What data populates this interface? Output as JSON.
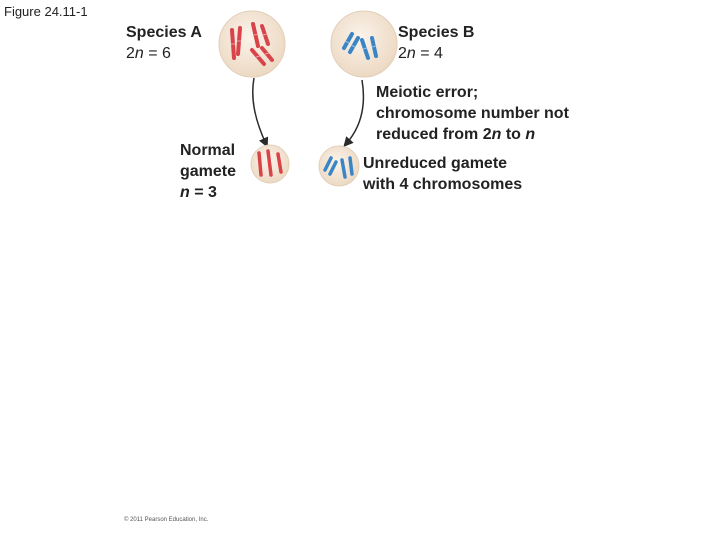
{
  "figure_label": "Figure 24.11-1",
  "species_a": {
    "name": "Species A",
    "ploidy_prefix": "2",
    "ploidy_var": "n",
    "ploidy_suffix": " = 6"
  },
  "species_b": {
    "name": "Species B",
    "ploidy_prefix": "2",
    "ploidy_var": "n",
    "ploidy_suffix": " = 4"
  },
  "normal_gamete": {
    "line1": "Normal",
    "line2": "gamete",
    "ploidy_var": "n",
    "ploidy_suffix": " = 3"
  },
  "meiotic_error": {
    "line1": "Meiotic error;",
    "line2": "chromosome number not",
    "line3_prefix": "reduced from 2",
    "line3_var1": "n",
    "line3_mid": " to ",
    "line3_var2": "n"
  },
  "unreduced_gamete": {
    "line1": "Unreduced gamete",
    "line2": "with 4 chromosomes"
  },
  "copyright": "© 2011 Pearson Education, Inc.",
  "colors": {
    "cell_fill": "#f3e4d4",
    "cell_stroke": "#e2cfb8",
    "red_chromosome": "#d9434a",
    "blue_chromosome": "#3a85c6",
    "arrow": "#2b2b2b"
  }
}
